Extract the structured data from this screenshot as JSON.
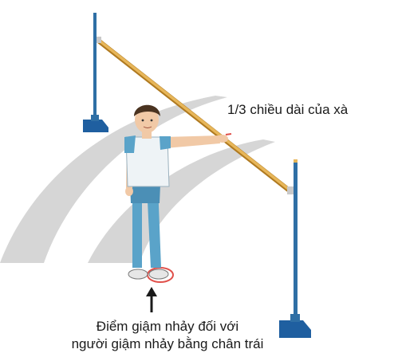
{
  "labels": {
    "bar_length": "1/3 chiều dài của xà",
    "takeoff_point_line1": "Điểm giậm nhảy đối với",
    "takeoff_point_line2": "người giậm nhảy bằng chân trái"
  },
  "icons": [
    "left-upright-post-icon",
    "right-upright-post-icon",
    "crossbar-icon",
    "jumper-figure-icon",
    "takeoff-mark-icon",
    "arrow-up-icon"
  ],
  "colors": {
    "background_band": "#d6d6d6",
    "crossbar": "#d9a441",
    "post": "#2f6fa5",
    "post_base": "#1f5fa0",
    "shirt": "#eef3f6",
    "pants": "#5aa3c9",
    "hair": "#4a3320",
    "skin": "#f1c9a6",
    "takeoff_mark": "#e0504a",
    "text": "#1a1a1a"
  }
}
